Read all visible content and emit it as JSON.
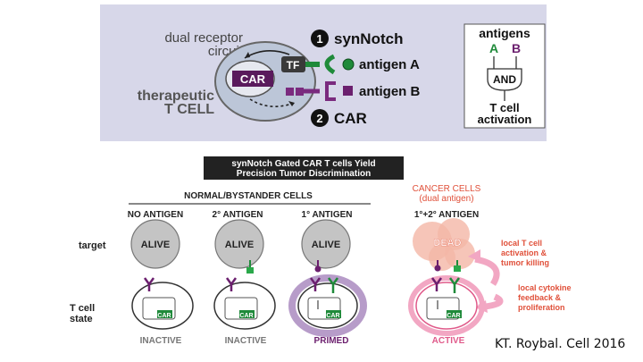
{
  "top_panel": {
    "circuit_label_1": "dual receptor",
    "circuit_label_2": "circuit",
    "therapeutic_1": "therapeutic",
    "therapeutic_2": "T CELL",
    "car_label": "CAR",
    "tf_label": "TF",
    "step1_num": "1",
    "step1_label": "synNotch",
    "antigen_a": "antigen A",
    "antigen_b": "antigen B",
    "step2_num": "2",
    "step2_label": "CAR",
    "gate": {
      "title": "antigens",
      "input_a": "A",
      "input_b": "B",
      "gate_label": "AND",
      "output_1": "T cell",
      "output_2": "activation"
    }
  },
  "bottom_panel": {
    "title_1": "synNotch Gated CAR T cells Yield",
    "title_2": "Precision Tumor Discrimination",
    "normal_header": "NORMAL/BYSTANDER CELLS",
    "cancer_header_1": "CANCER CELLS",
    "cancer_header_2": "(dual antigen)",
    "row_target": "target",
    "row_tcell_1": "T cell",
    "row_tcell_2": "state",
    "columns": [
      {
        "antigen": "NO ANTIGEN",
        "target_state": "ALIVE",
        "cell_state": "INACTIVE"
      },
      {
        "antigen": "2° ANTIGEN",
        "target_state": "ALIVE",
        "cell_state": "INACTIVE"
      },
      {
        "antigen": "1° ANTIGEN",
        "target_state": "ALIVE",
        "cell_state": "PRIMED"
      },
      {
        "antigen": "1°+2° ANTIGEN",
        "target_state": "DEAD",
        "cell_state": "ACTIVE"
      }
    ],
    "car_box": "CAR",
    "note1_1": "local T cell",
    "note1_2": "activation &",
    "note1_3": "tumor killing",
    "note2_1": "local cytokine",
    "note2_2": "feedback &",
    "note2_3": "proliferation"
  },
  "citation": "KT. Roybal. Cell 2016",
  "colors": {
    "top_bg": "#d7d7e9",
    "purple": "#6b1f6e",
    "green": "#1f8a3a",
    "red": "#e0503a",
    "pink": "#e05a8a",
    "primed_ring": "#b79cc9"
  }
}
